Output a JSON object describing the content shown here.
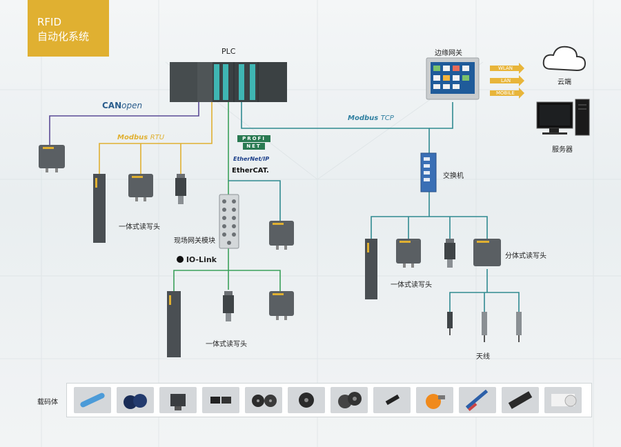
{
  "title": {
    "line1": "RFID",
    "line2": "自动化系统"
  },
  "labels": {
    "plc": "PLC",
    "gateway": "边缘网关",
    "cloud": "云端",
    "server": "服务器",
    "switch": "交换机",
    "field_module": "现场网关模块",
    "reader_integrated_1": "一体式读写头",
    "reader_integrated_2": "一体式读写头",
    "reader_integrated_3": "一体式读写头",
    "reader_split": "分体式读写头",
    "antenna": "天线",
    "carrier": "载码体"
  },
  "protocols": {
    "canopen_a": "CAN",
    "canopen_b": "open",
    "modbus_rtu_a": "Modbus",
    "modbus_rtu_b": "RTU",
    "modbus_tcp_a": "Modbus",
    "modbus_tcp_b": "TCP",
    "profinet_a": "PROFI",
    "profinet_b": "NET",
    "ethernetip": "EtherNet/IP",
    "ethercat": "EtherCAT.",
    "iolink": "IO-Link"
  },
  "wireless": [
    "WLAN",
    "LAN",
    "MOBILE"
  ],
  "colors": {
    "accent": "#e0b031",
    "canopen_line": "#5b4a96",
    "rtu_line": "#e0b031",
    "ethernet_line": "#2f8a90",
    "iolink_line": "#3aa05a",
    "device": "#5a5f63",
    "teal": "#3fb6b3"
  }
}
